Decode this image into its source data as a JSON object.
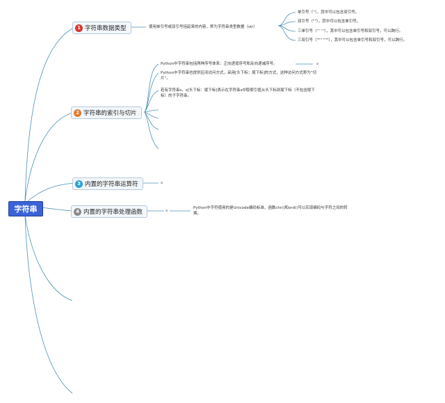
{
  "root": {
    "label": "字符串"
  },
  "topics": [
    {
      "num": "1",
      "color": "#d9342b",
      "label": "字符串数据类型"
    },
    {
      "num": "2",
      "color": "#e8782a",
      "label": "字符串的索引与切片"
    },
    {
      "num": "3",
      "color": "#2a9fd6",
      "label": "内置的字符串运算符"
    },
    {
      "num": "4",
      "color": "#8a8a8a",
      "label": "内置的字符串处理函数"
    }
  ],
  "t1": {
    "desc": "使用单引号或双引号括起来的内容，称为字符串类型数据（str）",
    "quotes": [
      "单引号（''），其中可以包含双引号。",
      "双引号（\"\"），其中可以包含单引号。",
      "三单引号（''' '''），其中可以包含单引号和双引号，可以跨行。",
      "三双引号（\"\"\" \"\"\"），其中可以包含单引号和双引号，可以跨行。"
    ]
  },
  "t2": {
    "items": [
      "Python中字符串包括两种序号体系：正向递增序号和反向递减序号。",
      "Python中字符串也提供区间访问方式，采用[头下标：尾下标]的方式，这种访问方式称为“切片”。",
      "若有字符串s，s[头下标：尾下标]表示在字符串s中取索引值从头下标到尾下标（不包含尾下标）的子字符串。"
    ],
    "mark": "a"
  },
  "t3": {
    "mark": "a"
  },
  "t4": {
    "mark": "a",
    "desc": "Python中字符使用的是Unicode编码标准，函数chr()和ord()可以实现编码与字符之间的转换。"
  }
}
